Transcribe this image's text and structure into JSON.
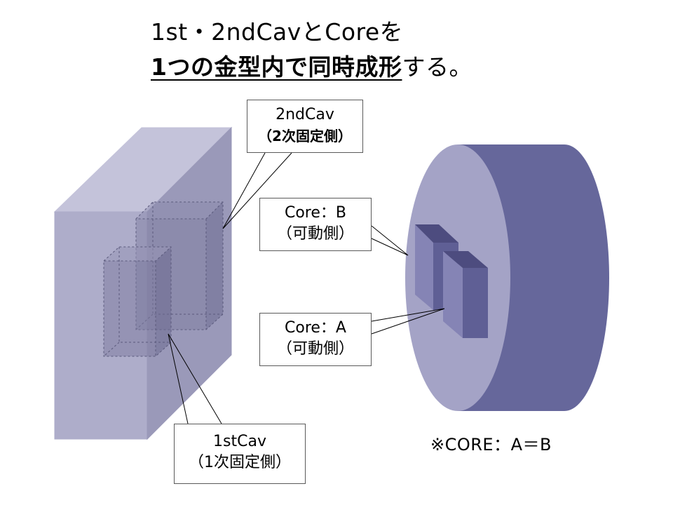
{
  "title": {
    "line1": "1st・2ndCavとCoreを",
    "line2_emphasis": "1つの金型内で同時成形",
    "line2_tail": "する。"
  },
  "labels": {
    "cav2": {
      "name": "2ndCav",
      "sub": "（2次固定側）"
    },
    "core_b": {
      "name": "Core：B",
      "sub": "（可動側）"
    },
    "core_a": {
      "name": "Core：A",
      "sub": "（可動側）"
    },
    "cav1": {
      "name": "1stCav",
      "sub": "（1次固定側）"
    }
  },
  "note": "※CORE：A＝B",
  "colors": {
    "block_front": "#aeadca",
    "block_top": "#c4c3da",
    "block_side": "#9a99b9",
    "cavity_fill": "#7c7a9e",
    "disc_face": "#a4a3c6",
    "disc_side": "#66679b",
    "core_front": "#8584b5",
    "core_side": "#5f5f95",
    "core_top": "#4d4c7f",
    "leader": "#000000"
  }
}
